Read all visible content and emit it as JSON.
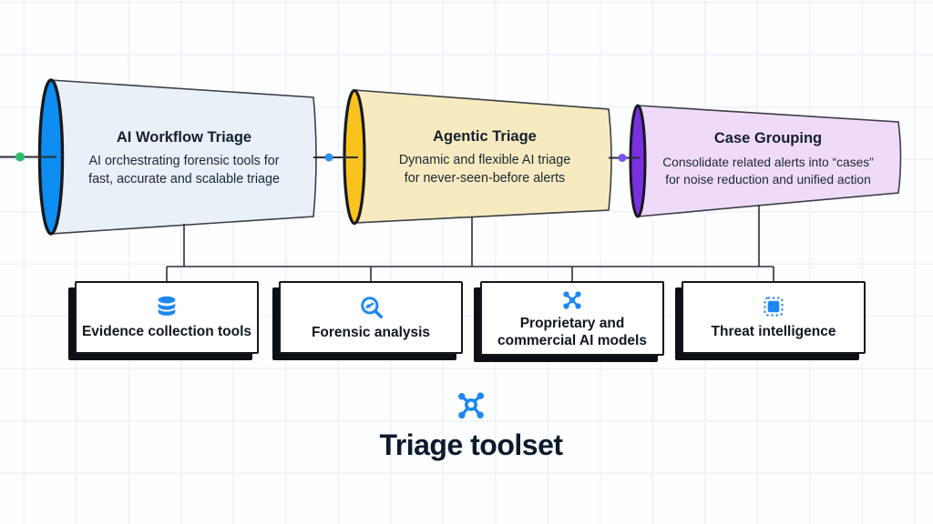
{
  "palette": {
    "icon_blue": "#1e87f2",
    "connector_line": "#3a3f45",
    "box_shadow": "#0c0f13"
  },
  "flow": {
    "dots": [
      {
        "name": "input-dot",
        "color": "#2abe6c"
      },
      {
        "name": "stage1-to-stage2-dot",
        "color": "#2e90fa"
      },
      {
        "name": "stage2-to-stage3-dot",
        "color": "#7c52eb"
      }
    ],
    "stages": [
      {
        "title": "AI Workflow Triage",
        "lines": [
          "AI orchestrating forensic tools for",
          "fast, accurate and scalable triage"
        ],
        "cap_color": "#0e8df2",
        "body_color": "#e9f0f8"
      },
      {
        "title": "Agentic Triage",
        "lines": [
          "Dynamic and flexible AI triage",
          "for never-seen-before alerts"
        ],
        "cap_color": "#f9c21e",
        "body_color": "#f8eac0"
      },
      {
        "title": "Case Grouping",
        "lines": [
          "Consolidate related alerts into “cases”",
          "for noise reduction and unified action"
        ],
        "cap_color": "#7a2fe0",
        "body_color": "#efdafa"
      }
    ]
  },
  "toolset": {
    "title": "Triage toolset",
    "title_icon": "hub-icon",
    "items": [
      {
        "icon": "database-icon",
        "label": "Evidence collection tools"
      },
      {
        "icon": "forensic-analysis-icon",
        "label": "Forensic analysis"
      },
      {
        "icon": "ai-models-icon",
        "label": "Proprietary and commercial AI models"
      },
      {
        "icon": "chip-icon",
        "label": "Threat intelligence"
      }
    ]
  }
}
